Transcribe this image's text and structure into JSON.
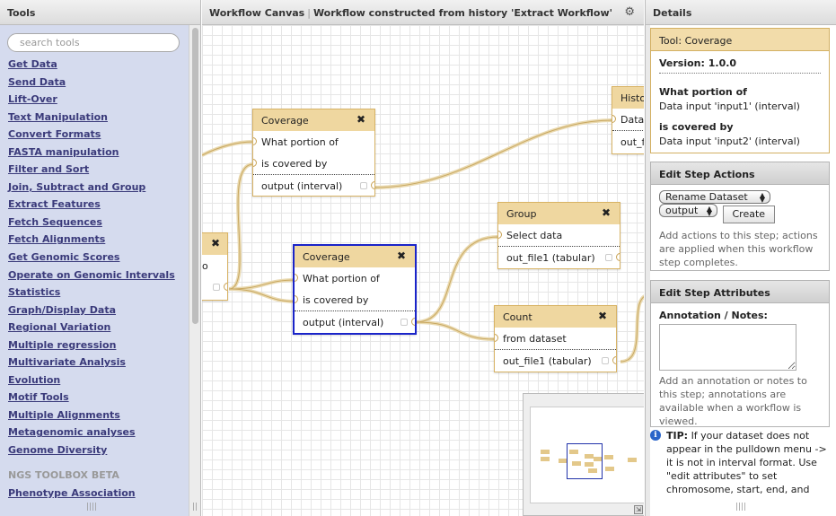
{
  "tools_panel": {
    "title": "Tools",
    "search_placeholder": "search tools",
    "items": [
      "Get Data",
      "Send Data",
      "Lift-Over",
      "Text Manipulation",
      "Convert Formats",
      "FASTA manipulation",
      "Filter and Sort",
      "Join, Subtract and Group",
      "Extract Features",
      "Fetch Sequences",
      "Fetch Alignments",
      "Get Genomic Scores",
      "Operate on Genomic Intervals",
      "Statistics",
      "Graph/Display Data",
      "Regional Variation",
      "Multiple regression",
      "Multivariate Analysis",
      "Evolution",
      "Motif Tools",
      "Multiple Alignments",
      "Metagenomic analyses",
      "Genome Diversity"
    ],
    "section_label": "NGS TOOLBOX BETA",
    "after_section_items": [
      "Phenotype Association"
    ]
  },
  "canvas_header": {
    "title": "Workflow Canvas",
    "separator": "|",
    "subtitle": "Workflow constructed from history 'Extract Workflow'"
  },
  "nodes": {
    "cov1": {
      "title": "Coverage",
      "close": "✖",
      "input1": "What portion of",
      "input2": "is covered by",
      "output": "output (interval)"
    },
    "cov2": {
      "title": "Coverage",
      "close": "✖",
      "input1": "What portion of",
      "input2": "is covered by",
      "output": "output (interval)"
    },
    "left_partial": {
      "close": "✖",
      "row": "o"
    },
    "group": {
      "title": "Group",
      "close": "✖",
      "input1": "Select data",
      "output": "out_file1 (tabular)"
    },
    "count": {
      "title": "Count",
      "close": "✖",
      "input1": "from dataset",
      "output": "out_file1 (tabular)"
    },
    "histo": {
      "title": "Histo",
      "input1": "Datas",
      "output": "out_f"
    }
  },
  "details_panel": {
    "title": "Details",
    "tool_box": {
      "title": "Tool: Coverage",
      "version": "Version: 1.0.0",
      "param1_label": "What portion of",
      "param1_value": "Data input 'input1' (interval)",
      "param2_label": "is covered by",
      "param2_value": "Data input 'input2' (interval)"
    },
    "actions_box": {
      "title": "Edit Step Actions",
      "action_select": "Rename Dataset",
      "output_select": "output",
      "create_button": "Create",
      "help": "Add actions to this step; actions are applied when this workflow step completes."
    },
    "attrs_box": {
      "title": "Edit Step Attributes",
      "annotation_label": "Annotation / Notes:",
      "annotation_value": "",
      "help": "Add an annotation or notes to this step; annotations are available when a workflow is viewed."
    },
    "tip": {
      "label": "TIP:",
      "text": "If your dataset does not appear in the pulldown menu -> it is not in interval format. Use \"edit attributes\" to set chromosome, start, end, and"
    }
  }
}
